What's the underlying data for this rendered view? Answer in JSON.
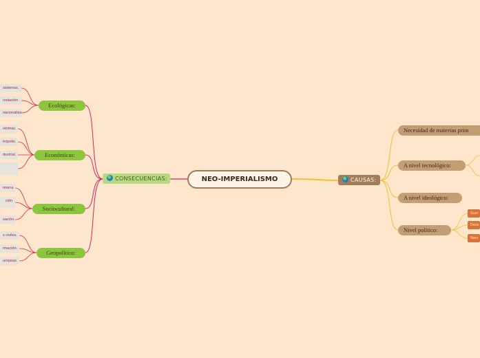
{
  "central": {
    "label": "NEO-IMPERIALISMO"
  },
  "consecuencias": {
    "label": "CONSECUENCIAS:",
    "icon": "globe-icon",
    "groups": [
      {
        "label": "Ecológicas:",
        "items": [
          "sistemas.",
          "restación.",
          "nacionalismo."
        ]
      },
      {
        "label": "Económicas:",
        "items": [
          "otomas.",
          "trópolis.",
          "dustrial.",
          ""
        ]
      },
      {
        "label": "Sociocultural:",
        "items": [
          "onena.",
          "ción",
          "sación."
        ]
      },
      {
        "label": "Geopolítico:",
        "items": [
          "s civiles.",
          "rmación.",
          "uropeas."
        ]
      }
    ]
  },
  "causas": {
    "label": "CAUSAS:",
    "icon": "globe-icon",
    "groups": [
      {
        "label": "Necesidad de materias prim",
        "items": []
      },
      {
        "label": "A nivel tecnológico:",
        "items": []
      },
      {
        "label": "A nivel ideológico:",
        "items": []
      },
      {
        "label": "Nivel político:",
        "items": [
          "Suer",
          "Desc",
          "Naci"
        ]
      }
    ]
  },
  "colors": {
    "background": "#fde6cc",
    "consecuencias_link": "#d6245a",
    "causas_link": "#f2c12e",
    "green_node": "#8cc63f",
    "brown_node": "#c39e73",
    "leaf_text": "#a3284c"
  }
}
